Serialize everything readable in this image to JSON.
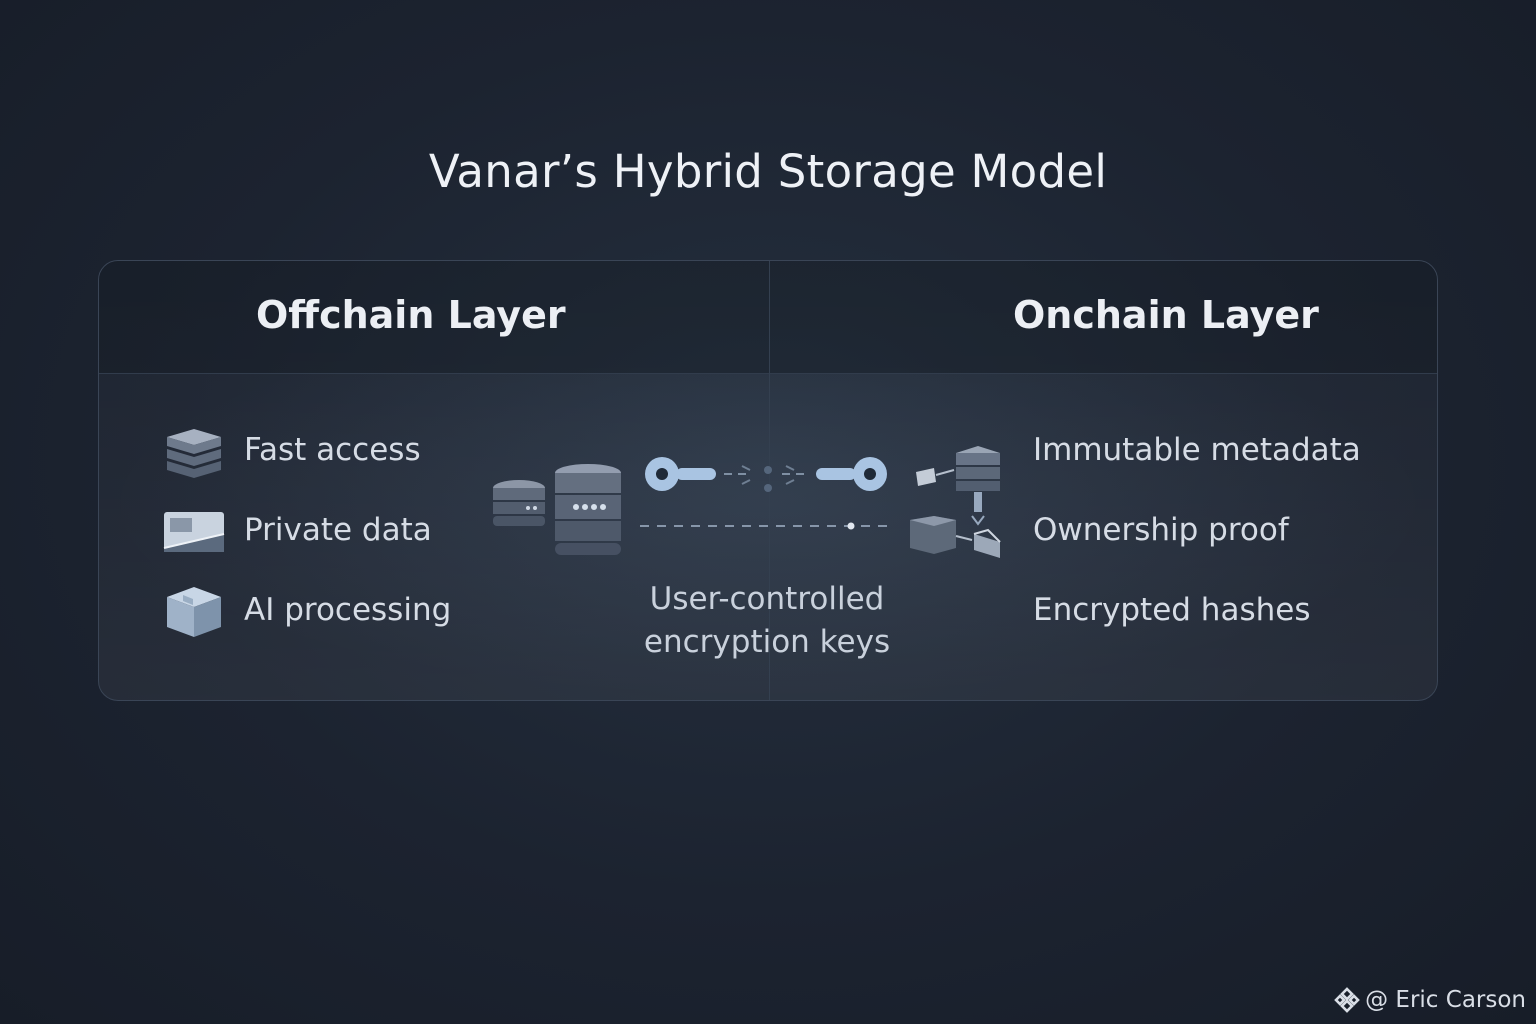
{
  "title": "Vanar’s Hybrid Storage Model",
  "offchain": {
    "title": "Offchain Layer",
    "items": [
      {
        "label": "Fast access",
        "icon": "database-stack-icon"
      },
      {
        "label": "Private data",
        "icon": "private-data-card-icon"
      },
      {
        "label": "AI processing",
        "icon": "cube-icon"
      }
    ]
  },
  "onchain": {
    "title": "Onchain Layer",
    "items": [
      {
        "label": "Immutable metadata"
      },
      {
        "label": "Ownership proof"
      },
      {
        "label": "Encrypted hashes"
      }
    ]
  },
  "center": {
    "label_line1": "User-controlled",
    "label_line2": "encryption keys"
  },
  "watermark": {
    "text": "@ Eric Carson",
    "icon": "binance-logo-icon"
  },
  "colors": {
    "background": "#1c2330",
    "accent_key": "#a9c4e2",
    "text": "#dfe5ee"
  }
}
